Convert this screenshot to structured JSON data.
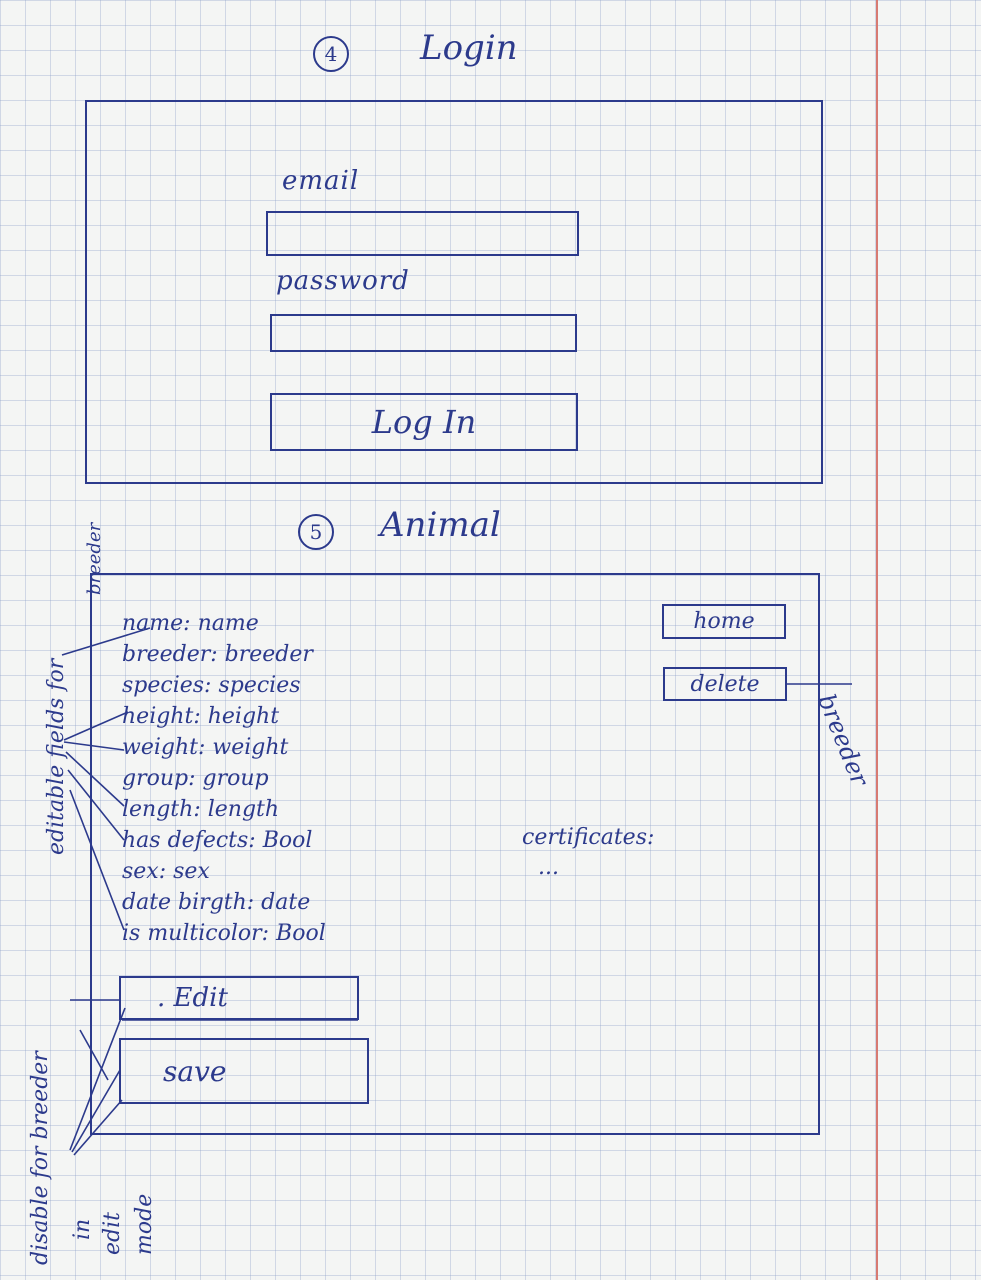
{
  "login": {
    "number": "4",
    "title": "Login",
    "email_label": "email",
    "password_label": "password",
    "button_label": "Log In"
  },
  "animal": {
    "number": "5",
    "title": "Animal",
    "fields": [
      "name: name",
      "breeder: breeder",
      "species: species",
      "height: height",
      "weight: weight",
      "group: group",
      "length: length",
      "has defects: Bool",
      "sex: sex",
      "date birgth: date",
      "is multicolor: Bool"
    ],
    "home_button": "home",
    "delete_button": "delete",
    "certificates_label": "certificates:",
    "certificates_value": "...",
    "edit_button": ". Edit",
    "save_button": "save"
  },
  "notes": {
    "editable_fields": "editable fields for",
    "editable_fields_2": "breeder",
    "breeder_right": "breeder",
    "disable_note_1": "disable for breeder",
    "disable_note_2": "in",
    "disable_note_3": "edit",
    "disable_note_4": "mode"
  }
}
